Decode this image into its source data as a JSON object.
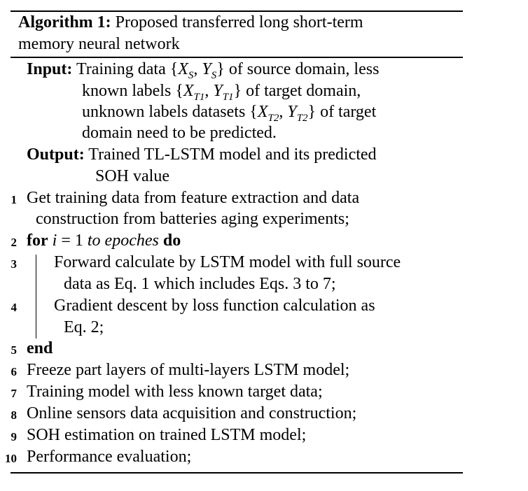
{
  "caption": {
    "label": "Algorithm 1:",
    "title_line1": " Proposed transferred long short-term",
    "title_line2": "memory neural network"
  },
  "input": {
    "keyword": "Input:",
    "line1": "Training data {X_S, Y_S} of source domain, less",
    "line1_pre": "Training data {",
    "line1_math": "X",
    "line1_post": " of source domain, less",
    "line2_pre": "known labels {",
    "line2_post": " of target domain,",
    "line3_pre": "unknown labels datasets {",
    "line3_post": " of target",
    "line4": "domain need to be predicted."
  },
  "output": {
    "keyword": "Output:",
    "line1": "Trained TL-LSTM model and its predicted",
    "line2": "SOH value"
  },
  "steps": {
    "n1": "1",
    "s1_line1": "Get training data from feature extraction and data",
    "s1_line2": "construction from batteries aging experiments;",
    "n2": "2",
    "s2_for": "for",
    "s2_to": "to epoches",
    "s2_do": "do",
    "n3": "3",
    "s3_line1": "Forward calculate by LSTM model with full source",
    "s3_line2": "data as Eq. 1 which includes Eqs. 3 to 7;",
    "n4": "4",
    "s4_line1": "Gradient descent by loss function calculation as",
    "s4_line2": "Eq. 2;",
    "n5": "5",
    "s5": "end",
    "n6": "6",
    "s6": "Freeze part layers of multi-layers LSTM model;",
    "n7": "7",
    "s7": "Training model with less known target data;",
    "n8": "8",
    "s8": "Online sensors data acquisition and construction;",
    "n9": "9",
    "s9": "SOH estimation on trained LSTM model;",
    "n10": "10",
    "s10": "Performance evaluation;"
  }
}
